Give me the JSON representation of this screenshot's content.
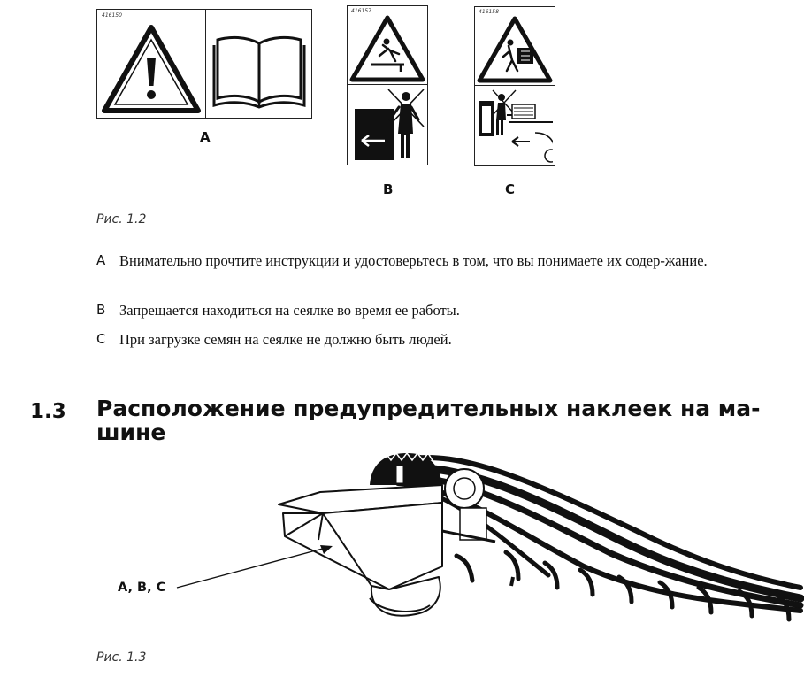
{
  "figure_1_2": {
    "decals": [
      {
        "id": "A",
        "code": "416150",
        "letter": "A"
      },
      {
        "id": "B",
        "code": "416157",
        "letter": "B"
      },
      {
        "id": "C",
        "code": "416158",
        "letter": "C"
      }
    ],
    "caption": "Рис. 1.2"
  },
  "legend": [
    {
      "key": "A",
      "text": "Внимательно прочтите инструкции и удостоверьтесь в том, что вы понимаете их содер-жание."
    },
    {
      "key": "B",
      "text": "Запрещается находиться на сеялке во время ее работы."
    },
    {
      "key": "C",
      "text": "При загрузке семян на сеялке не должно быть людей."
    }
  ],
  "section": {
    "number": "1.3",
    "title_line1": "Расположение предупредительных наклеек на ма-",
    "title_line2": "шине"
  },
  "figure_1_3": {
    "label": "A, B, C",
    "caption": "Рис. 1.3"
  }
}
